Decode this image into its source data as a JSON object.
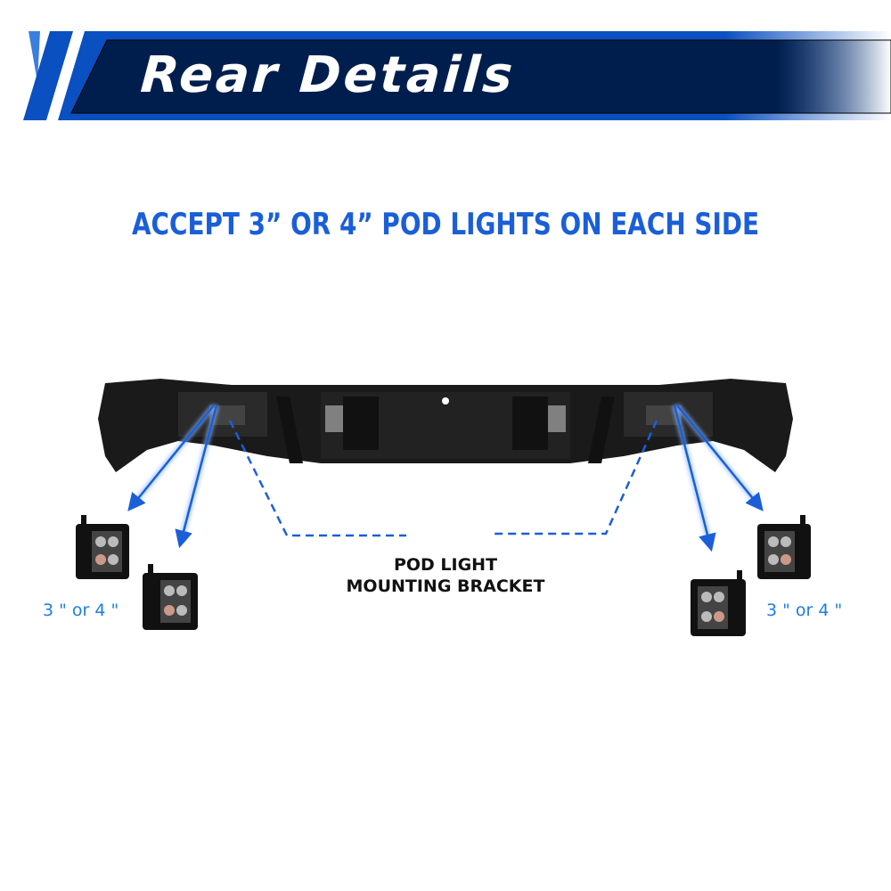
{
  "banner": {
    "title": "Rear Details"
  },
  "headline": "ACCEPT 3” OR 4” POD LIGHTS ON EACH SIDE",
  "bracket_label": {
    "line1": "POD LIGHT",
    "line2": "MOUNTING BRACKET"
  },
  "size_labels": {
    "left": "3 \" or 4 \"",
    "right": "3 \" or 4 \""
  },
  "colors": {
    "navy": "#001e4d",
    "blue": "#0a50c0",
    "light_blue": "#3a7ee0",
    "headline": "#1a5fd8",
    "size_text": "#1e7de0"
  }
}
